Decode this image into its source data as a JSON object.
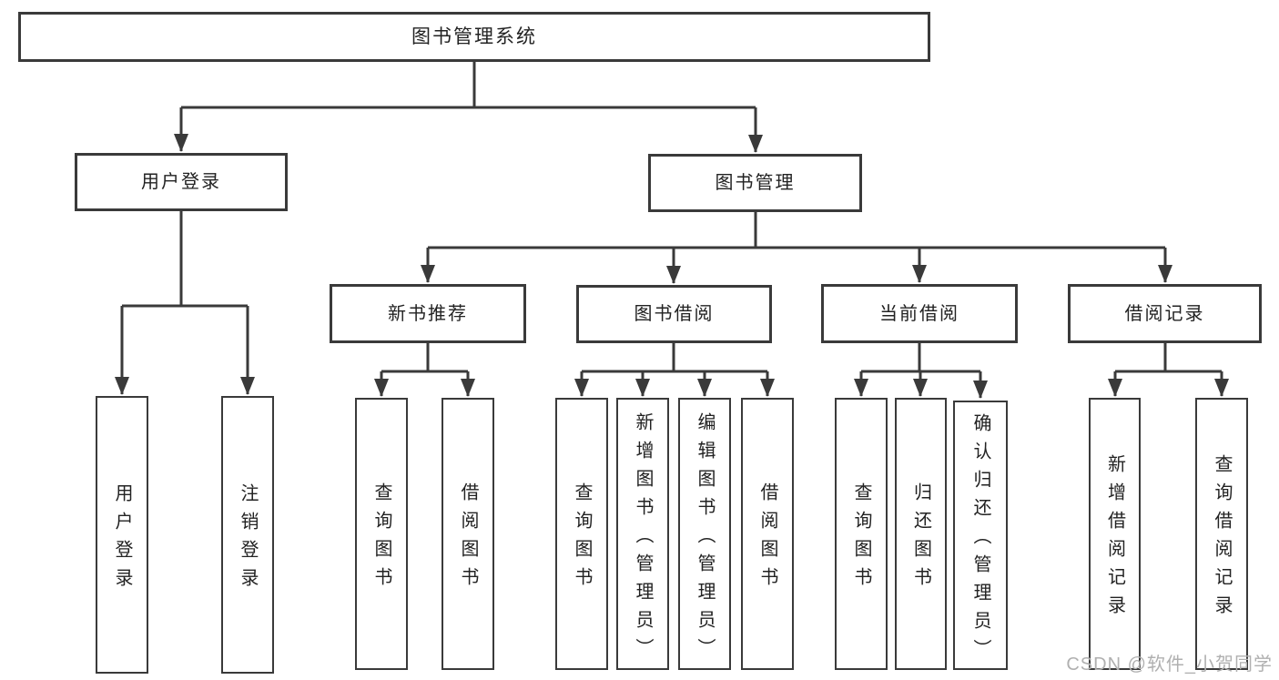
{
  "colors": {
    "line": "#3a3a3a",
    "text": "#222222",
    "bg": "#ffffff",
    "wm": "#b0b0b0"
  },
  "tree": {
    "root": {
      "label": "图书管理系统",
      "children": [
        {
          "label": "用户登录",
          "children": [
            {
              "label": "用户登录"
            },
            {
              "label": "注销登录"
            }
          ]
        },
        {
          "label": "图书管理",
          "children": [
            {
              "label": "新书推荐",
              "children": [
                {
                  "label": "查询图书"
                },
                {
                  "label": "借阅图书"
                }
              ]
            },
            {
              "label": "图书借阅",
              "children": [
                {
                  "label": "查询图书"
                },
                {
                  "label": "新增图书（管理员）"
                },
                {
                  "label": "编辑图书（管理员）"
                },
                {
                  "label": "借阅图书"
                }
              ]
            },
            {
              "label": "当前借阅",
              "children": [
                {
                  "label": "查询图书"
                },
                {
                  "label": "归还图书"
                },
                {
                  "label": "确认归还（管理员）"
                }
              ]
            },
            {
              "label": "借阅记录",
              "children": [
                {
                  "label": "新增借阅记录"
                },
                {
                  "label": "查询借阅记录"
                }
              ]
            }
          ]
        }
      ]
    }
  },
  "watermark": {
    "text": "CSDN @软件_小贺同学"
  }
}
